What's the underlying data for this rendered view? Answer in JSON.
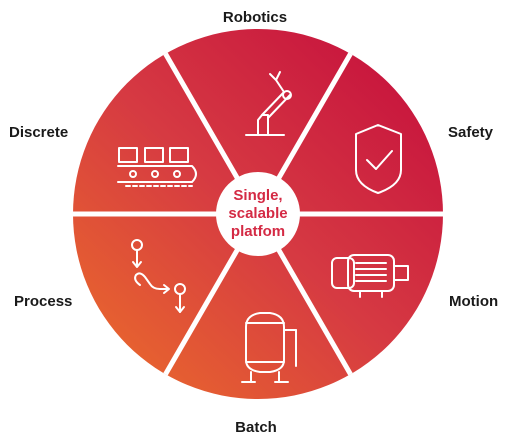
{
  "diagram": {
    "center_lines": [
      "Single,",
      "scalable",
      "platfom"
    ],
    "segments": [
      {
        "label": "Robotics",
        "icon": "robot-arm-icon"
      },
      {
        "label": "Safety",
        "icon": "shield-check-icon"
      },
      {
        "label": "Motion",
        "icon": "electric-motor-icon"
      },
      {
        "label": "Batch",
        "icon": "tank-vessel-icon"
      },
      {
        "label": "Process",
        "icon": "process-flow-icon"
      },
      {
        "label": "Discrete",
        "icon": "conveyor-belt-icon"
      }
    ],
    "colors": {
      "gradient_start": "#c8163e",
      "gradient_end": "#e8652e",
      "divider": "#ffffff",
      "center_text": "#d42a44",
      "label_text": "#1a1a1a"
    }
  }
}
